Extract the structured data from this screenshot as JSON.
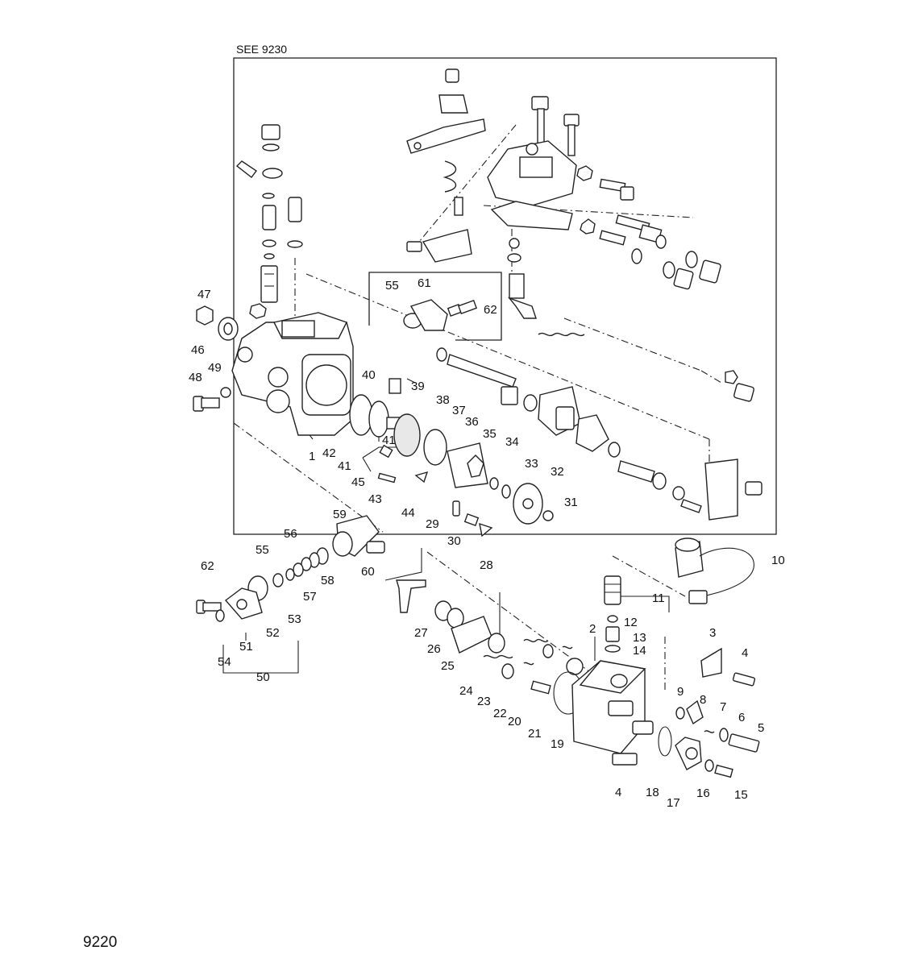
{
  "see_reference": "SEE 9230",
  "figure_number": "9220",
  "callouts": [
    "1",
    "2",
    "3",
    "4",
    "4",
    "5",
    "6",
    "7",
    "8",
    "9",
    "10",
    "11",
    "12",
    "13",
    "14",
    "15",
    "16",
    "17",
    "18",
    "19",
    "20",
    "21",
    "22",
    "23",
    "24",
    "25",
    "26",
    "27",
    "28",
    "29",
    "30",
    "31",
    "32",
    "33",
    "34",
    "35",
    "36",
    "37",
    "38",
    "39",
    "40",
    "41",
    "41",
    "42",
    "43",
    "44",
    "45",
    "46",
    "47",
    "48",
    "49",
    "50",
    "51",
    "52",
    "53",
    "54",
    "55",
    "55",
    "56",
    "57",
    "58",
    "59",
    "60",
    "61",
    "62",
    "62"
  ]
}
